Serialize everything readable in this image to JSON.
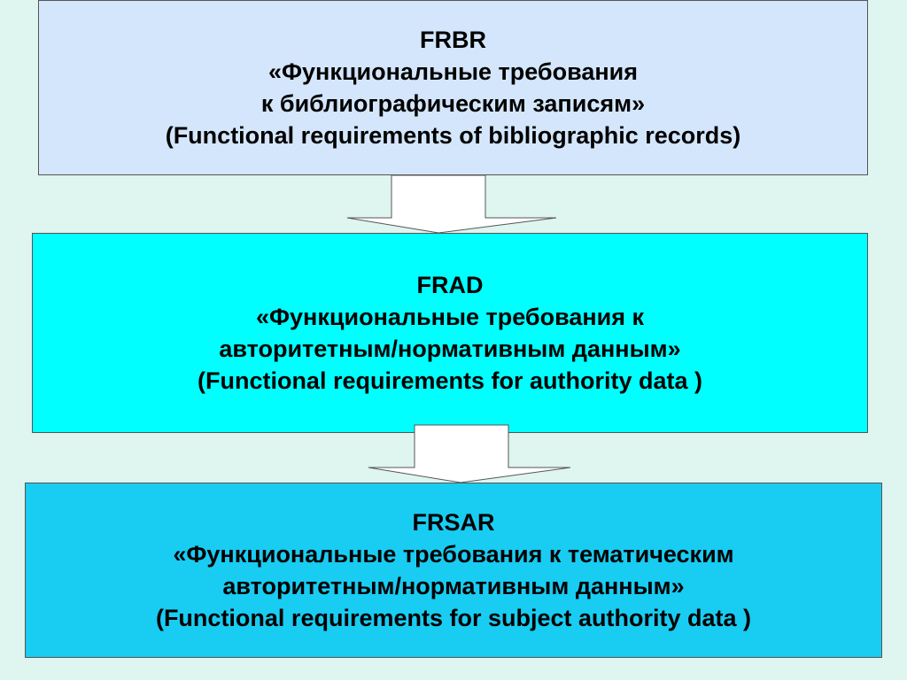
{
  "boxes": {
    "frbr": {
      "acronym": "FRBR",
      "russian_line1": "«Функциональные требования",
      "russian_line2": "к библиографическим записям»",
      "english": "(Functional requirements of bibliographic records)",
      "color": "#d4e6fb"
    },
    "frad": {
      "acronym": "FRAD",
      "russian_line1": "«Функциональные требования к",
      "russian_line2": "авторитетным/нормативным данным»",
      "english": "(Functional requirements for authority data )",
      "color": "#00ffff"
    },
    "frsar": {
      "acronym": "FRSAR",
      "russian_line1": "«Функциональные требования к тематическим",
      "russian_line2": "авторитетным/нормативным данным»",
      "english": "(Functional requirements for subject authority data )",
      "color": "#19ccf2"
    }
  },
  "arrows": [
    {
      "from": "FRBR",
      "to": "FRAD"
    },
    {
      "from": "FRAD",
      "to": "FRSAR"
    }
  ],
  "colors": {
    "background": "#dff5ef",
    "arrow_fill": "#ffffff"
  }
}
